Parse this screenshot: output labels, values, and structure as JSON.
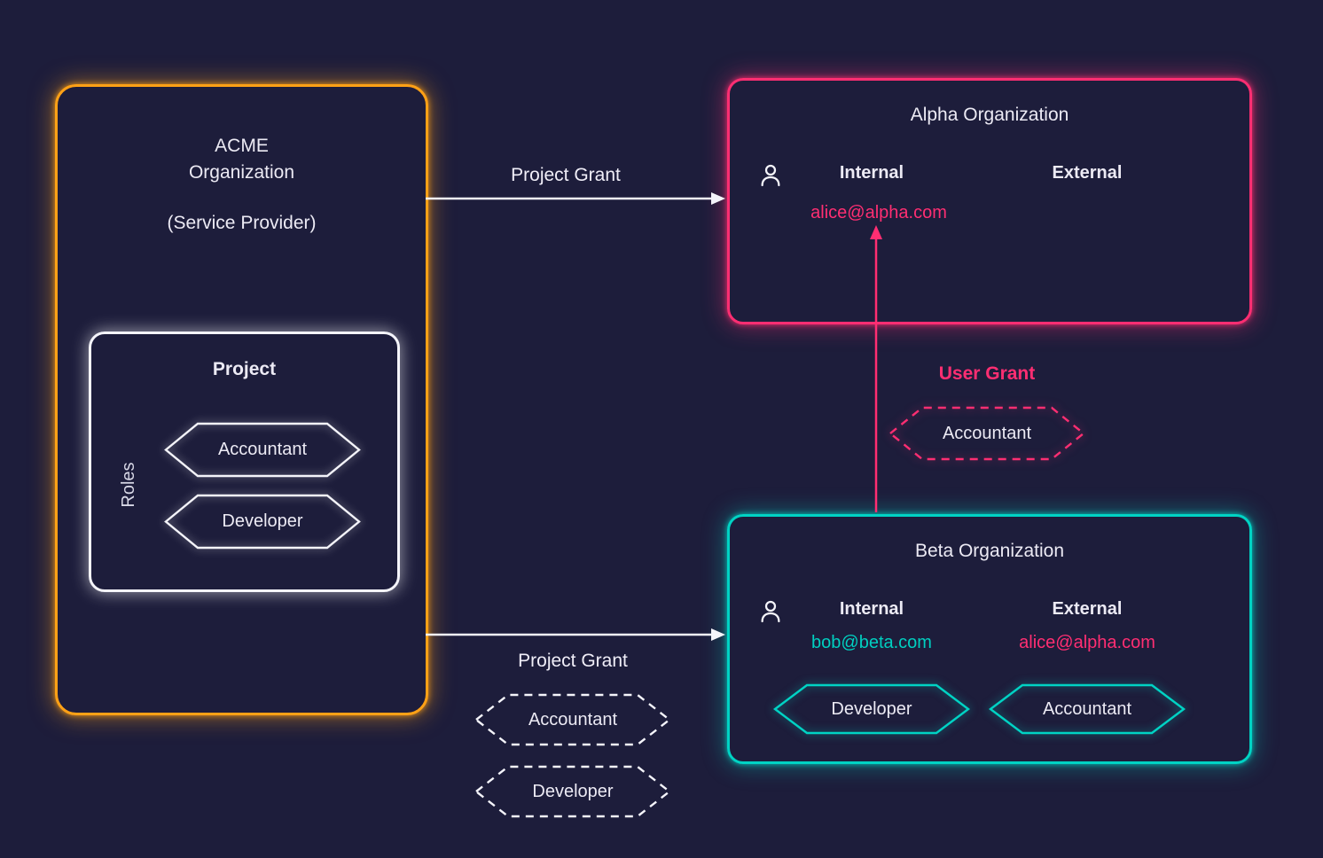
{
  "colors": {
    "background": "#1d1d3b",
    "acme_accent": "#ffa116",
    "alpha_accent": "#ff2e72",
    "beta_accent": "#00d3c4",
    "neutral": "#f4f4fa"
  },
  "acme_box": {
    "name_line1": "ACME",
    "name_line2": "Organization",
    "subtitle": "(Service Provider)",
    "project_box": {
      "title": "Project",
      "axis_label": "Roles",
      "roles": [
        "Accountant",
        "Developer"
      ]
    }
  },
  "alpha_box": {
    "title": "Alpha Organization",
    "internal_header": "Internal",
    "external_header": "External",
    "internal_member": "alice@alpha.com"
  },
  "beta_box": {
    "title": "Beta Organization",
    "internal_header": "Internal",
    "external_header": "External",
    "internal_member": "bob@beta.com",
    "external_member": "alice@alpha.com",
    "internal_role": "Developer",
    "external_role": "Accountant"
  },
  "edges": {
    "alpha_project_grant_label": "Project Grant",
    "beta_project_grant_label": "Project Grant",
    "beta_granted_roles": [
      "Accountant",
      "Developer"
    ],
    "user_grant_label": "User Grant",
    "user_grant_role": "Accountant"
  }
}
